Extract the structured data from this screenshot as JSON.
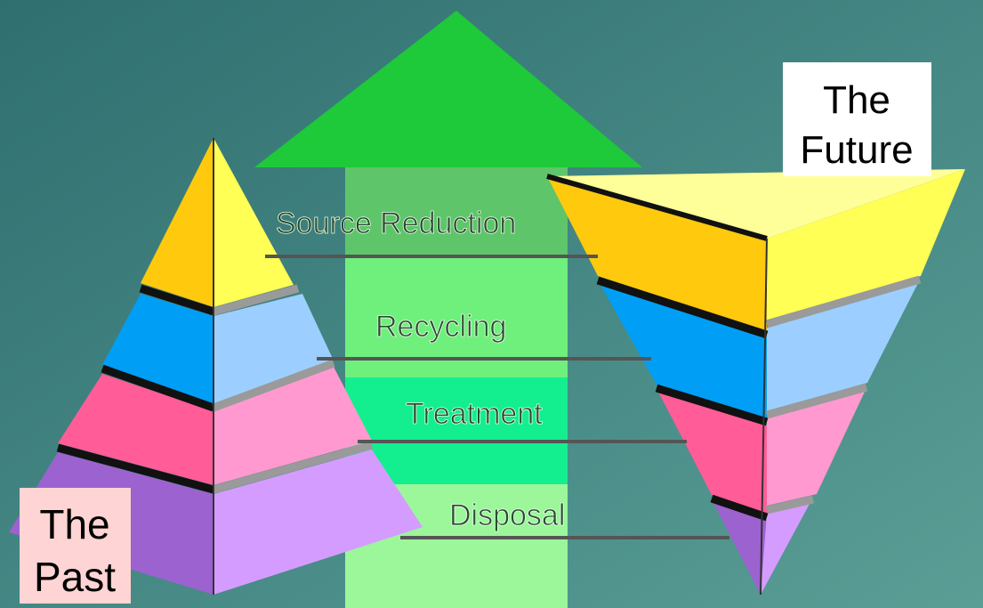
{
  "colors": {
    "bg_top": "#2f6f70",
    "bg_bottom": "#5a9e96",
    "arrow_head": "#1ec93a",
    "band_source": "#5fc56a",
    "band_recycling": "#6ff07c",
    "band_treatment": "#13ef8f",
    "band_disposal": "#9bf79a",
    "yellow_dark": "#ffc90e",
    "yellow_light": "#ffff55",
    "blue_dark": "#009ff5",
    "blue_light": "#9ccfff",
    "pink_dark": "#ff5c98",
    "pink_light": "#ff99cf",
    "purple_dark": "#9c62cf",
    "purple_light": "#d49cff"
  },
  "labels": {
    "source": "Source Reduction",
    "recycling": "Recycling",
    "treatment": "Treatment",
    "disposal": "Disposal"
  },
  "past": {
    "line1": "The",
    "line2": "Past"
  },
  "future": {
    "line1": "The",
    "line2": "Future"
  }
}
